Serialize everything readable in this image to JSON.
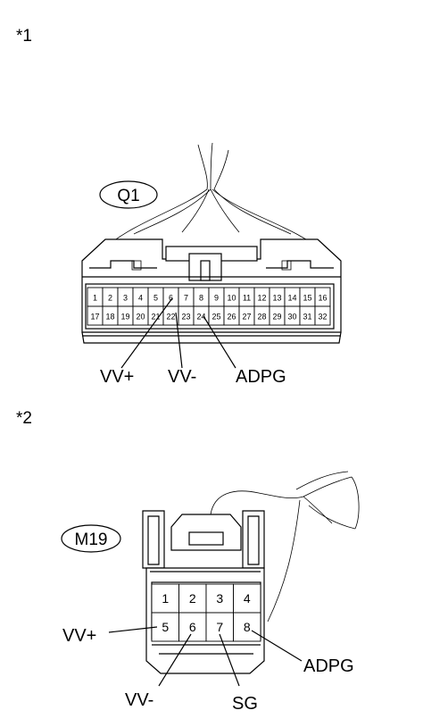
{
  "connectors": [
    {
      "marker": "*1",
      "id": "Q1",
      "row1": [
        "1",
        "2",
        "3",
        "4",
        "5",
        "6",
        "7",
        "8",
        "9",
        "10",
        "11",
        "12",
        "13",
        "14",
        "15",
        "16"
      ],
      "row2": [
        "17",
        "18",
        "19",
        "20",
        "21",
        "22",
        "23",
        "24",
        "25",
        "26",
        "27",
        "28",
        "29",
        "30",
        "31",
        "32"
      ],
      "callouts": [
        "VV+",
        "VV-",
        "ADPG"
      ]
    },
    {
      "marker": "*2",
      "id": "M19",
      "row1": [
        "1",
        "2",
        "3",
        "4"
      ],
      "row2": [
        "5",
        "6",
        "7",
        "8"
      ],
      "callouts": [
        "VV+",
        "VV-",
        "SG",
        "ADPG"
      ]
    }
  ]
}
